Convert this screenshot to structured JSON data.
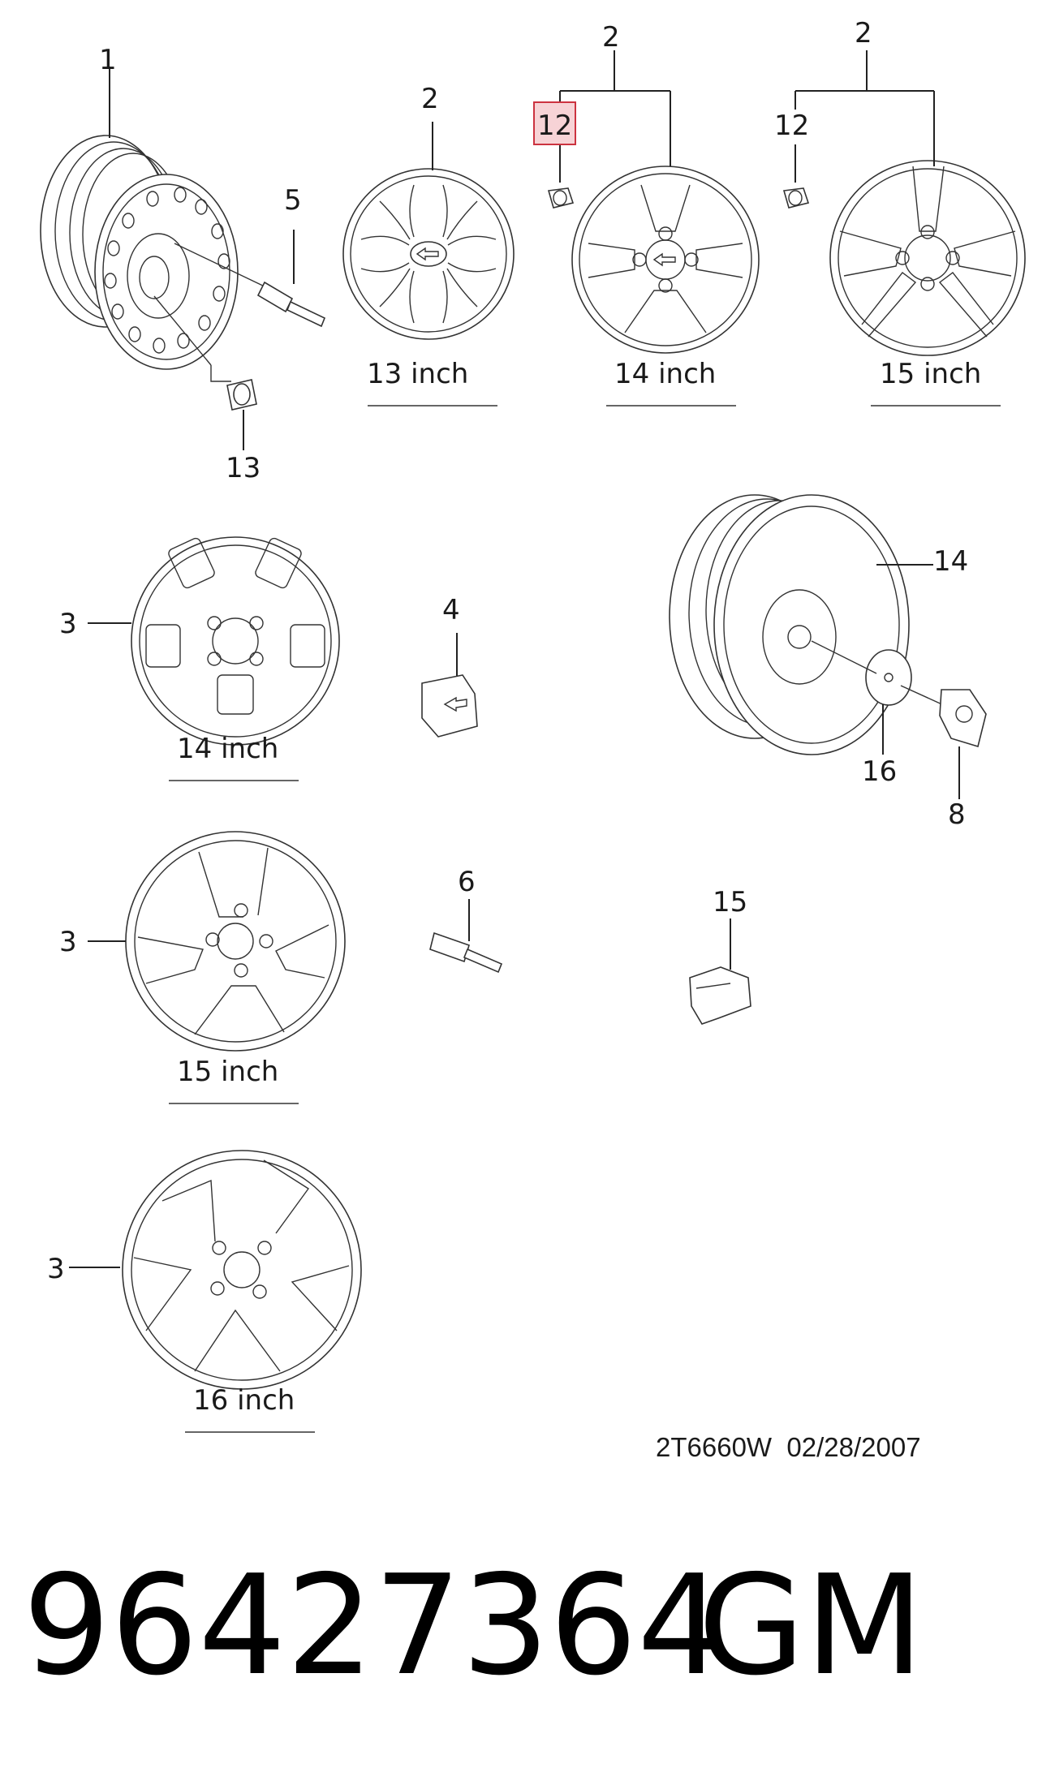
{
  "diagram": {
    "callouts": {
      "c1": "1",
      "c2a": "2",
      "c2b": "2",
      "c2c": "2",
      "c3a": "3",
      "c3b": "3",
      "c3c": "3",
      "c4": "4",
      "c5": "5",
      "c6": "6",
      "c8": "8",
      "c12a": "12",
      "c12b": "12",
      "c13": "13",
      "c14": "14",
      "c15": "15",
      "c16": "16"
    },
    "size_labels": {
      "cover13": "13 inch",
      "cover14": "14 inch",
      "cover15": "15 inch",
      "alloy14": "14 inch",
      "alloy15": "15 inch",
      "alloy16": "16 inch"
    },
    "highlighted_callout": "12",
    "footer_code": "2T6660W  02/28/2007"
  },
  "caption": {
    "part_number": "96427364",
    "brand": "GM"
  },
  "colors": {
    "line": "#222222",
    "highlight_fill": "#f7d3d6",
    "highlight_stroke": "#cc3340"
  }
}
